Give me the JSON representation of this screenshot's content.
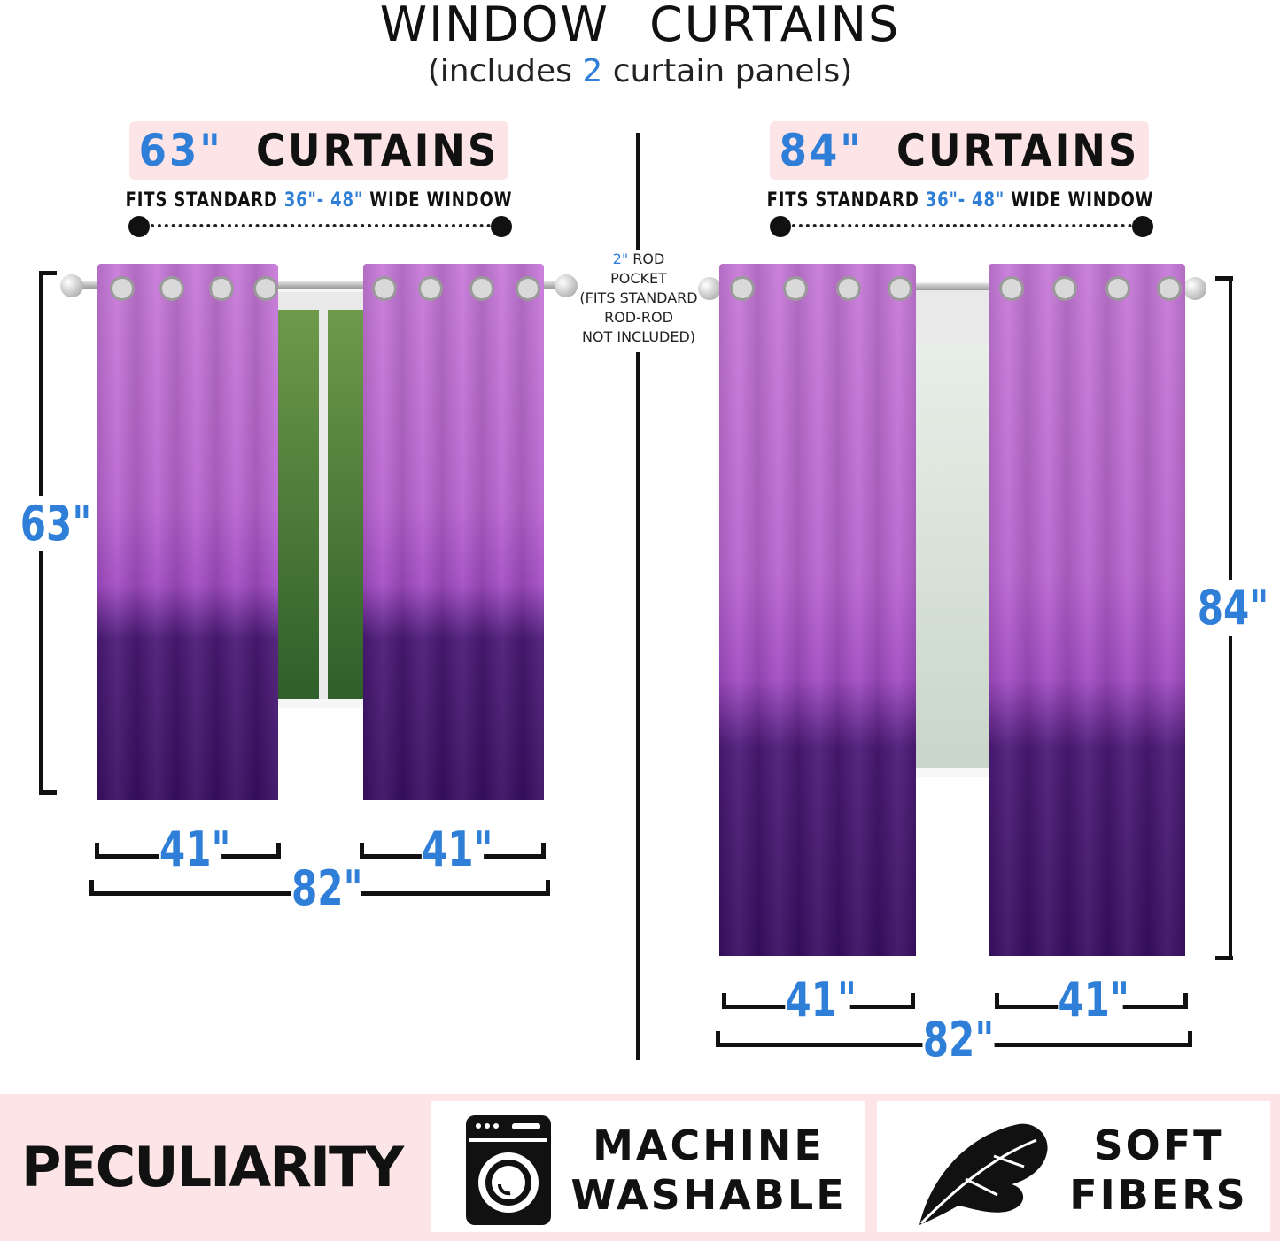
{
  "header": {
    "title": "WINDOW   CURTAINS",
    "subtitle_prefix": "(includes ",
    "subtitle_count": "2",
    "subtitle_suffix": " curtain panels)"
  },
  "left": {
    "size": "63\"",
    "label": "CURTAINS",
    "fits_prefix": "FITS STANDARD ",
    "fits_range": "36\"- 48\"",
    "fits_suffix": " WIDE WINDOW",
    "height": "63\"",
    "panel_width_1": "41\"",
    "panel_width_2": "41\"",
    "total_width": "82\""
  },
  "right": {
    "size": "84\"",
    "label": "CURTAINS",
    "fits_prefix": "FITS STANDARD ",
    "fits_range": "36\"- 48\"",
    "fits_suffix": " WIDE WINDOW",
    "height": "84\"",
    "panel_width_1": "41\"",
    "panel_width_2": "41\"",
    "total_width": "82\""
  },
  "rod_note": {
    "line1_num": "2\"",
    "line1_text": " ROD",
    "line2": "POCKET",
    "line3": "(FITS STANDARD",
    "line4": "ROD-ROD",
    "line5": "NOT INCLUDED)"
  },
  "features": {
    "heading": "PECULIARITY",
    "feature1_line1": "MACHINE",
    "feature1_line2": "WASHABLE",
    "feature1_icon": "washing-machine-icon",
    "feature2_line1": "SOFT",
    "feature2_line2": "FIBERS",
    "feature2_icon": "feather-icon"
  },
  "colors": {
    "accent_blue": "#2f7fd8",
    "pill_pink": "#fde4e6",
    "curtain_purple": "#b865d0"
  }
}
